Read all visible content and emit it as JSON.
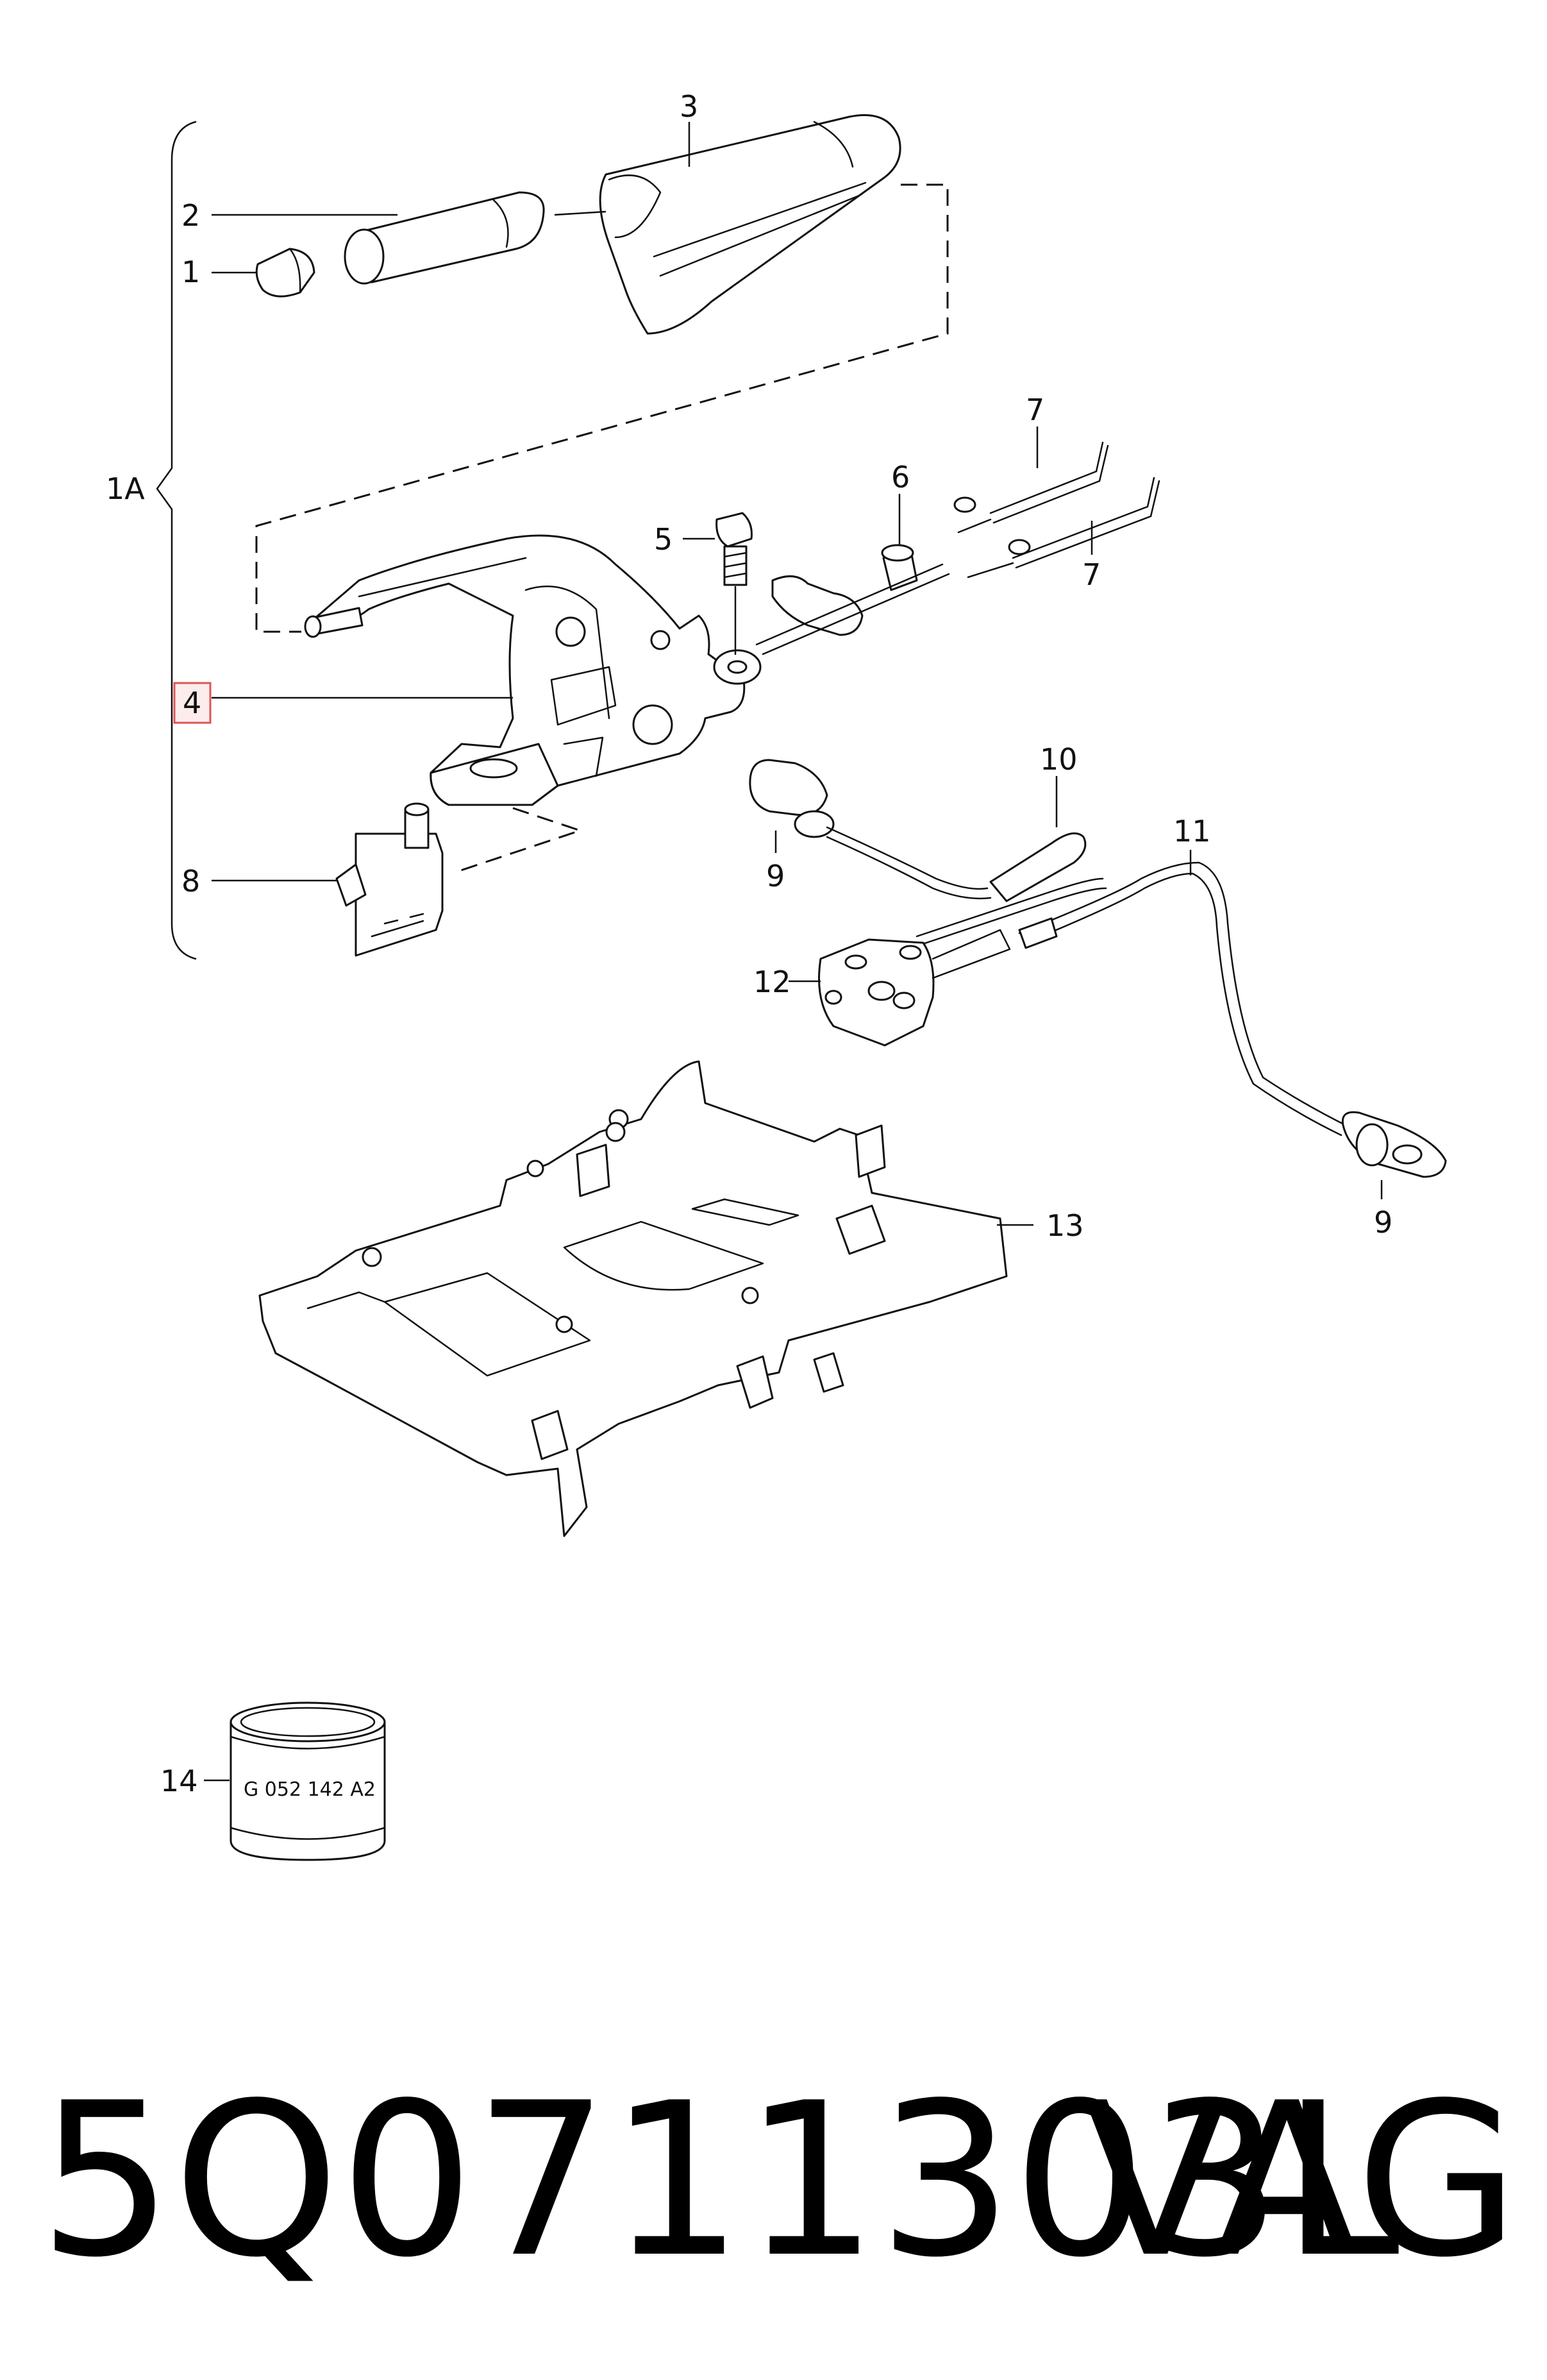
{
  "callouts": {
    "c1": "1",
    "c2": "2",
    "c3": "3",
    "c1A": "1A",
    "c4": "4",
    "c5": "5",
    "c6": "6",
    "c7a": "7",
    "c7b": "7",
    "c8": "8",
    "c9a": "9",
    "c9b": "9",
    "c10": "10",
    "c11": "11",
    "c12": "12",
    "c13": "13",
    "c14": "14"
  },
  "highlight": {
    "callout": "4",
    "color": "#e05555"
  },
  "can_stamp": "G 052 142 A2",
  "footer": {
    "part_number": "5Q0711303L",
    "brand": "VAG"
  }
}
